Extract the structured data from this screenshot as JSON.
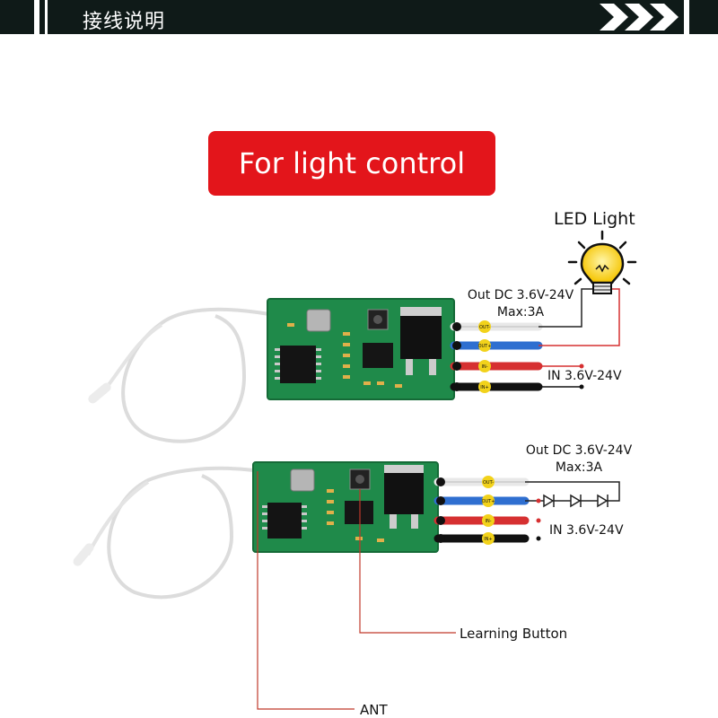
{
  "header": {
    "title": "接线说明"
  },
  "banner": {
    "text": "For light control"
  },
  "module1": {
    "led_label": "LED Light",
    "out_line1": "Out DC 3.6V-24V",
    "out_line2": "Max:3A",
    "in_label": "IN 3.6V-24V"
  },
  "module2": {
    "out_line1": "Out DC 3.6V-24V",
    "out_line2": "Max:3A",
    "in_label": "IN 3.6V-24V",
    "learning_button_label": "Learning Button",
    "ant_label": "ANT"
  },
  "pins": {
    "out_minus": "OUT-",
    "out_plus": "OUT+",
    "in_minus": "IN-",
    "in_plus": "IN+"
  },
  "colors": {
    "header_bg": "#0f1a18",
    "banner_red": "#e3151b",
    "pcb_green": "#1f8a4a",
    "wire_white": "#e8e8e8",
    "wire_blue": "#2f6fd0",
    "wire_red": "#d63031",
    "wire_black": "#111111",
    "pointer_line": "#c0392b"
  }
}
